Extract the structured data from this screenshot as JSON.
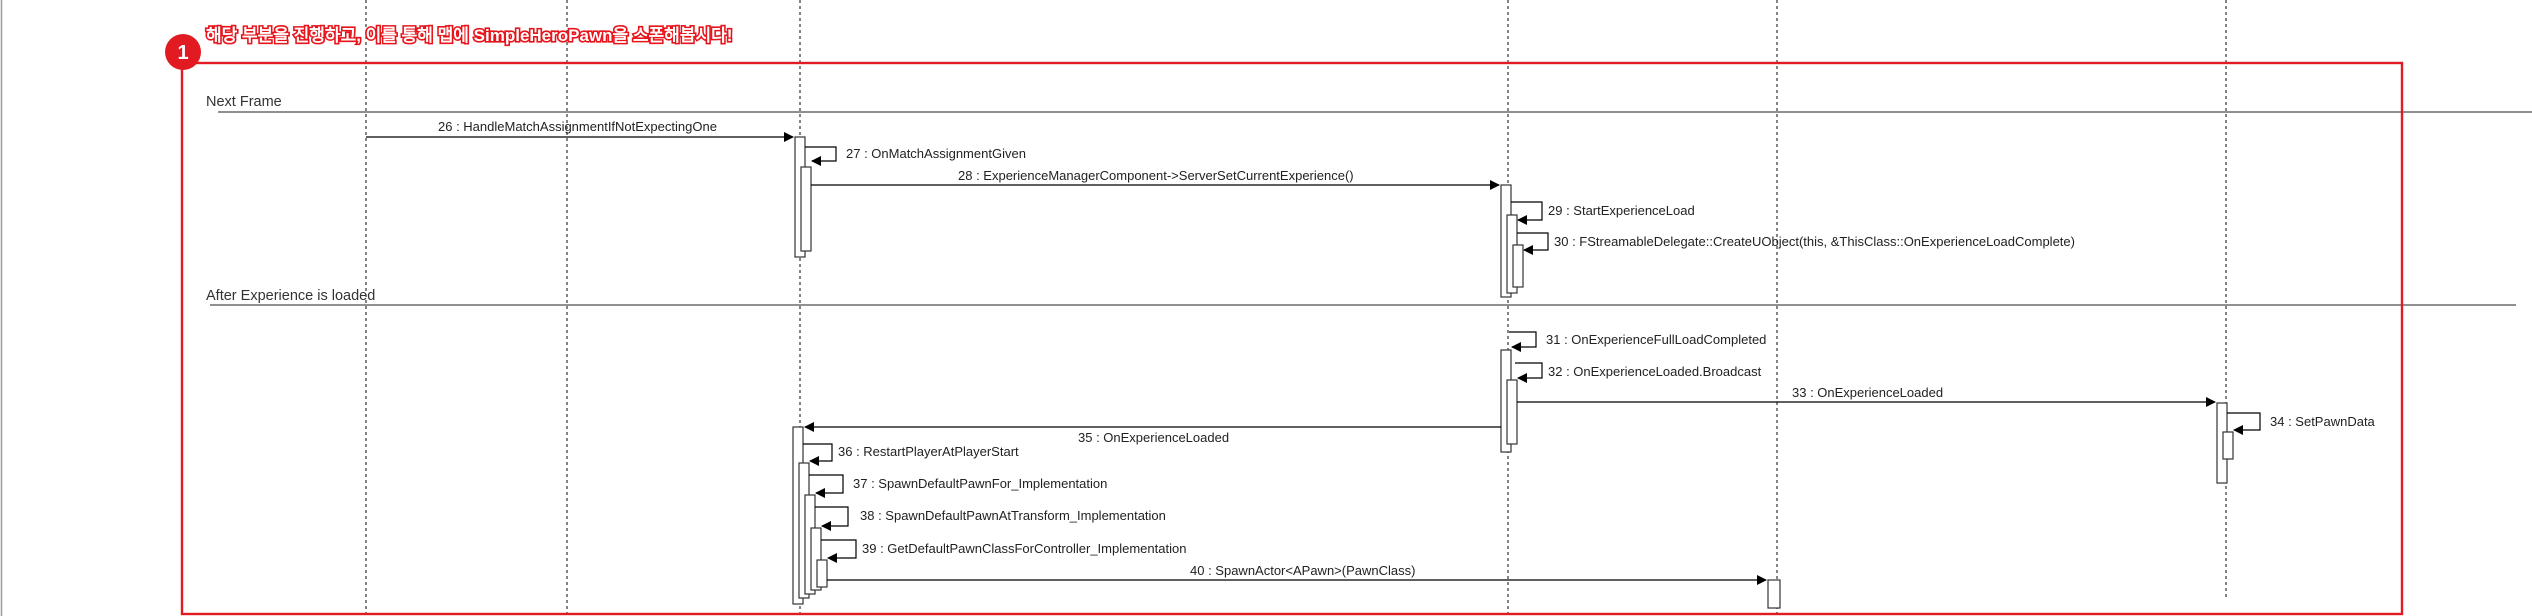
{
  "annotation": {
    "badge": "1",
    "text": "해당 부분을 진행하고, 이를 통해 맵에 SimpleHeroPawn을 스폰해봅시다!",
    "color": "#e21a22"
  },
  "sections": {
    "next_frame": "Next Frame",
    "after_loaded": "After Experience is loaded"
  },
  "messages": {
    "m26": "26 : HandleMatchAssignmentIfNotExpectingOne",
    "m27": "27 : OnMatchAssignmentGiven",
    "m28": "28 : ExperienceManagerComponent->ServerSetCurrentExperience()",
    "m29": "29 : StartExperienceLoad",
    "m30": "30 : FStreamableDelegate::CreateUObject(this, &ThisClass::OnExperienceLoadComplete)",
    "m31": "31 : OnExperienceFullLoadCompleted",
    "m32": "32 : OnExperienceLoaded.Broadcast",
    "m33": "33 : OnExperienceLoaded",
    "m34": "34 : SetPawnData",
    "m35": "35 : OnExperienceLoaded",
    "m36": "36 : RestartPlayerAtPlayerStart",
    "m37": "37 : SpawnDefaultPawnFor_Implementation",
    "m38": "38 : SpawnDefaultPawnAtTransform_Implementation",
    "m39": "39 : GetDefaultPawnClassForController_Implementation",
    "m40": "40 : SpawnActor<APawn>(PawnClass)"
  }
}
